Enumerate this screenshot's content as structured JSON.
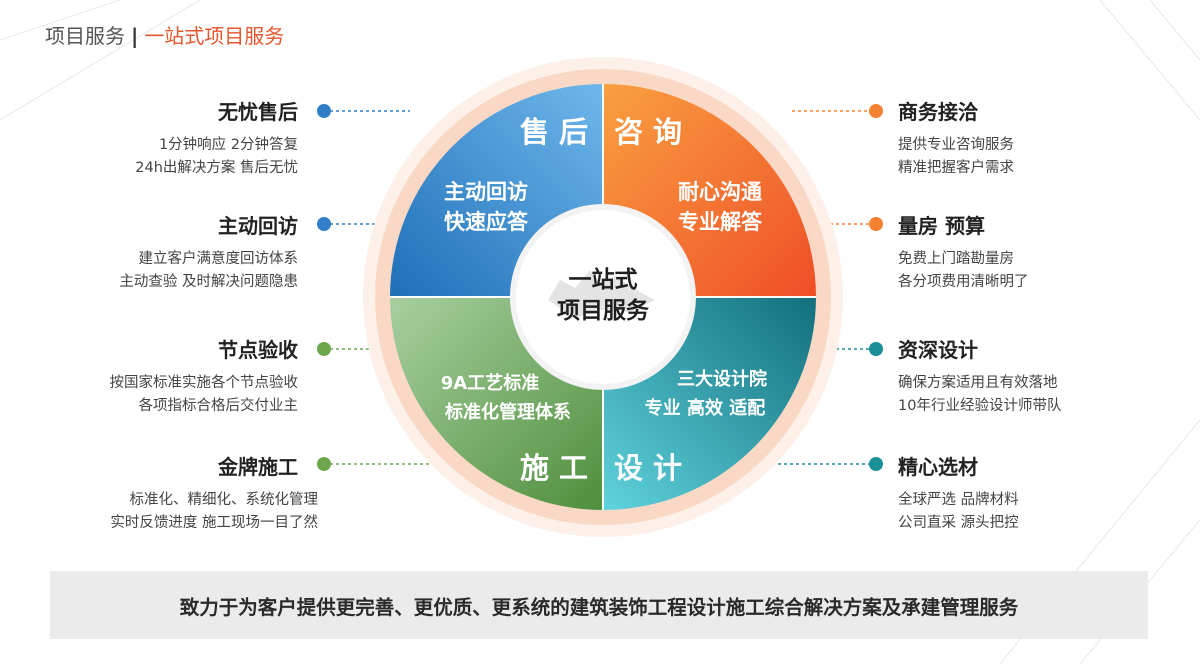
{
  "header": {
    "section": "项目服务",
    "separator": "|",
    "subtitle": "一站式项目服务"
  },
  "center": {
    "line1": "一站式",
    "line2": "项目服务"
  },
  "quadrants": {
    "top_left": {
      "label": "售后",
      "line1": "主动回访",
      "line2": "快速应答",
      "color": "#2f7fc6"
    },
    "top_right": {
      "label": "咨询",
      "line1": "耐心沟通",
      "line2": "专业解答",
      "color": "#f58232"
    },
    "bottom_left": {
      "label": "施工",
      "line1": "9A工艺标准",
      "line2": "标准化管理体系",
      "color": "#6ea64e"
    },
    "bottom_right": {
      "label": "设计",
      "line1": "三大设计院",
      "line2": "专业 高效 适配",
      "color": "#1a8f96"
    }
  },
  "left_items": [
    {
      "title": "无忧售后",
      "lines": [
        "1分钟响应 2分钟答复",
        "24h出解决方案 售后无忧"
      ],
      "dot_color": "#2f7fc6"
    },
    {
      "title": "主动回访",
      "lines": [
        "建立客户满意度回访体系",
        "主动查验 及时解决问题隐患"
      ],
      "dot_color": "#2f7fc6"
    },
    {
      "title": "节点验收",
      "lines": [
        "按国家标准实施各个节点验收",
        "各项指标合格后交付业主"
      ],
      "dot_color": "#6ea64e"
    },
    {
      "title": "金牌施工",
      "lines": [
        "标准化、精细化、系统化管理",
        "实时反馈进度   施工现场一目了然"
      ],
      "dot_color": "#6ea64e"
    }
  ],
  "right_items": [
    {
      "title": "商务接洽",
      "lines": [
        "提供专业咨询服务",
        "精准把握客户需求"
      ],
      "dot_color": "#f58232"
    },
    {
      "title": "量房 预算",
      "lines": [
        "免费上门踏勘量房",
        "各分项费用清晰明了"
      ],
      "dot_color": "#f58232"
    },
    {
      "title": "资深设计",
      "lines": [
        "确保方案适用且有效落地",
        "10年行业经验设计师带队"
      ],
      "dot_color": "#1a8f96"
    },
    {
      "title": "精心选材",
      "lines": [
        "全球严选   品牌材料",
        "公司直采   源头把控"
      ],
      "dot_color": "#1a8f96"
    }
  ],
  "footer": {
    "text": "致力于为客户提供更完善、更优质、更系统的建筑装饰工程设计施工综合解决方案及承建管理服务"
  }
}
